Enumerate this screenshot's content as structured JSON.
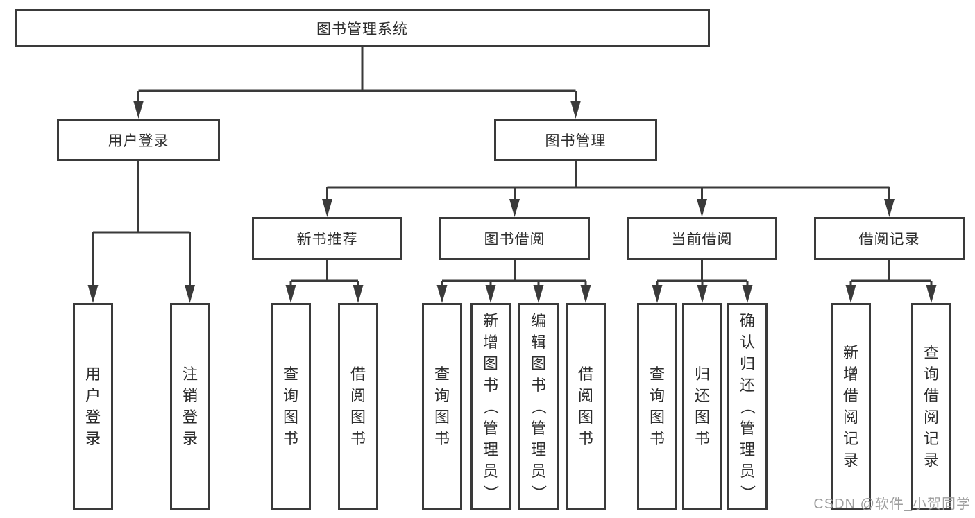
{
  "tree": {
    "root": "图书管理系统",
    "level2": [
      {
        "label": "用户登录"
      },
      {
        "label": "图书管理"
      }
    ],
    "level3": [
      {
        "label": "新书推荐"
      },
      {
        "label": "图书借阅"
      },
      {
        "label": "当前借阅"
      },
      {
        "label": "借阅记录"
      }
    ],
    "leaves": {
      "login": [
        "用户登录",
        "注销登录"
      ],
      "newbook": [
        "查询图书",
        "借阅图书"
      ],
      "borrow": [
        "查询图书",
        "新增图书（管理员）",
        "编辑图书（管理员）",
        "借阅图书"
      ],
      "current": [
        "查询图书",
        "归还图书",
        "确认归还（管理员）"
      ],
      "records": [
        "新增借阅记录",
        "查询借阅记录"
      ]
    }
  },
  "watermark": "CSDN @软件_小贺同学",
  "colors": {
    "line": "#3a3a3a",
    "text": "#2d2d2d",
    "watermark": "#9e9e9e",
    "background": "#ffffff"
  }
}
